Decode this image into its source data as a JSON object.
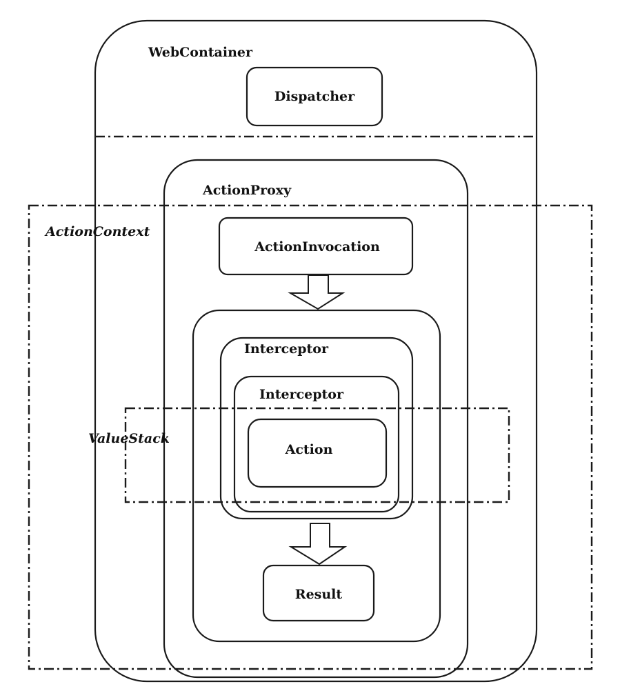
{
  "diagram": {
    "web_container": "WebContainer",
    "dispatcher": "Dispatcher",
    "action_proxy": "ActionProxy",
    "action_context": "ActionContext",
    "action_invocation": "ActionInvocation",
    "interceptor_outer": "Interceptor",
    "interceptor_inner": "Interceptor",
    "value_stack": "ValueStack",
    "action": "Action",
    "result": "Result"
  },
  "colors": {
    "stroke": "#1a1a1a",
    "background": "#ffffff"
  }
}
